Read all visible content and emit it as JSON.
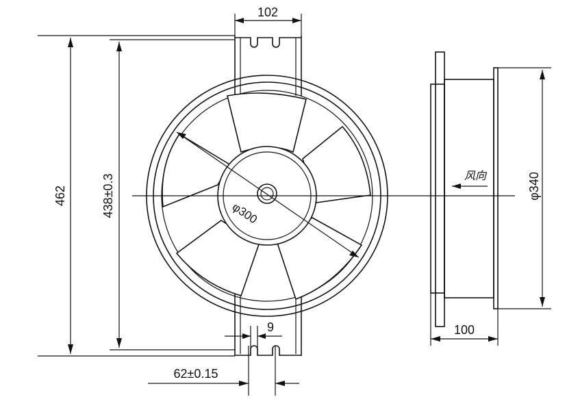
{
  "dimensions": {
    "top_width": "102",
    "overall_height": "462",
    "mount_height": "438±0.3",
    "impeller_diameter": "φ300",
    "housing_diameter": "φ340",
    "depth": "100",
    "slot_width": "9",
    "slot_spacing": "62±0.15"
  },
  "annotations": {
    "airflow": "风向"
  },
  "colors": {
    "line": "#111111",
    "background": "#ffffff"
  }
}
